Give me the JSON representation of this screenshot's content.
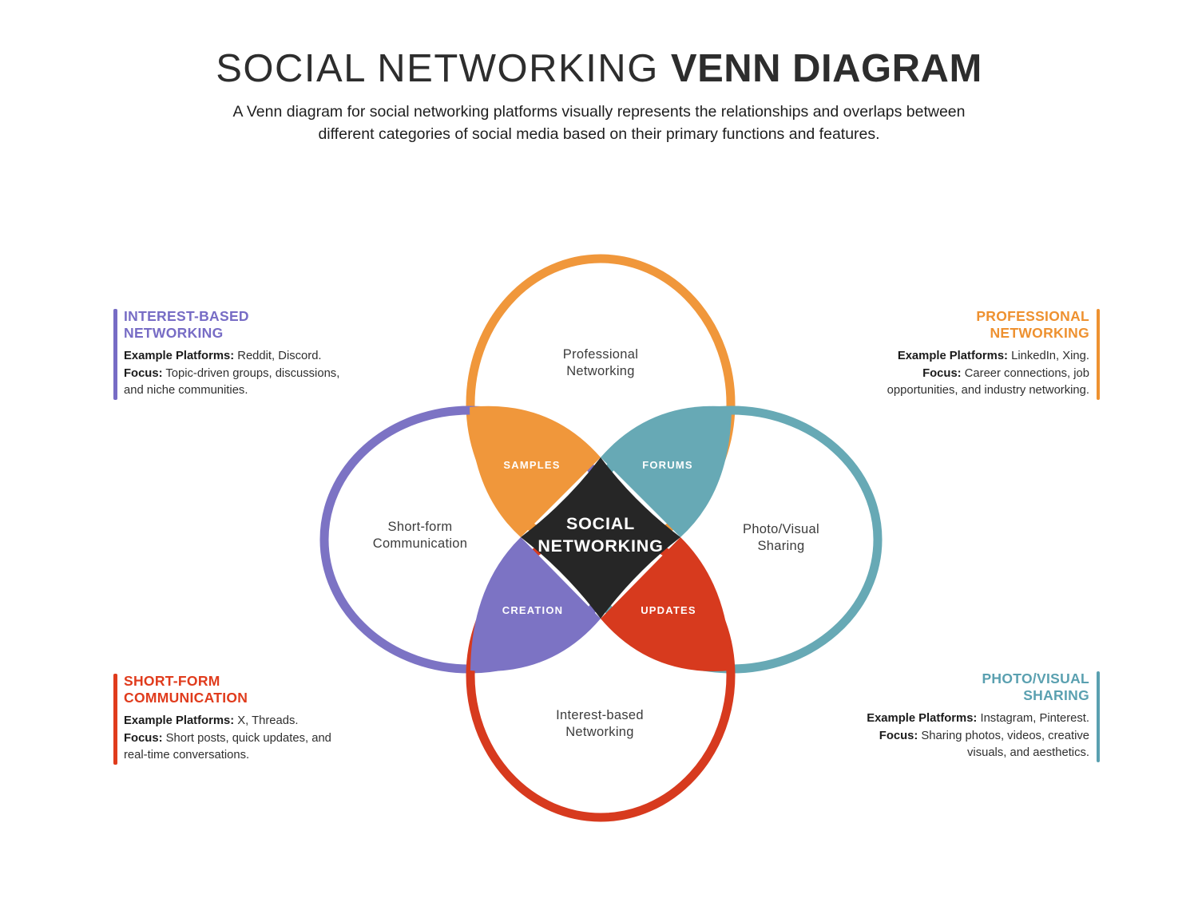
{
  "title": {
    "light": "SOCIAL NETWORKING ",
    "bold": "VENN DIAGRAM"
  },
  "subtitle_line1": "A Venn diagram for social networking platforms visually represents the relationships and overlaps between",
  "subtitle_line2": "different categories of social media based on their primary functions and features.",
  "palette": {
    "orange": "#F0973B",
    "teal": "#67A9B5",
    "purple": "#7C73C4",
    "red": "#D73A1E",
    "diamond": "#262626",
    "heading_orange": "#EE9130",
    "heading_teal": "#5AA0B0",
    "heading_purple": "#776CC5",
    "heading_red": "#E03B1C",
    "background": "#FFFFFF"
  },
  "venn": {
    "center": {
      "line1": "SOCIAL",
      "line2": "NETWORKING"
    },
    "circles": {
      "top": {
        "line1": "Professional",
        "line2": "Networking"
      },
      "left": {
        "line1": "Short-form",
        "line2": "Communication"
      },
      "right": {
        "line1": "Photo/Visual",
        "line2": "Sharing"
      },
      "bottom": {
        "line1": "Interest-based",
        "line2": "Networking"
      }
    },
    "overlaps": {
      "top_left": "SAMPLES",
      "top_right": "FORUMS",
      "bottom_left": "CREATION",
      "bottom_right": "UPDATES"
    }
  },
  "panels": {
    "top_left": {
      "heading_line1": "INTEREST-BASED",
      "heading_line2": "NETWORKING",
      "platforms_label": "Example Platforms:",
      "platforms": " Reddit, Discord.",
      "focus_label": "Focus:",
      "focus": " Topic-driven groups, discussions, and niche communities."
    },
    "top_right": {
      "heading_line1": "PROFESSIONAL",
      "heading_line2": "NETWORKING",
      "platforms_label": "Example Platforms:",
      "platforms": " LinkedIn, Xing.",
      "focus_label": "Focus:",
      "focus": " Career connections, job opportunities, and industry networking."
    },
    "bottom_left": {
      "heading_line1": "SHORT-FORM",
      "heading_line2": "COMMUNICATION",
      "platforms_label": "Example Platforms:",
      "platforms": " X, Threads.",
      "focus_label": "Focus:",
      "focus": " Short posts, quick updates, and real-time conversations."
    },
    "bottom_right": {
      "heading_line1": "PHOTO/VISUAL",
      "heading_line2": "SHARING",
      "platforms_label": "Example Platforms:",
      "platforms": " Instagram, Pinterest.",
      "focus_label": "Focus:",
      "focus": " Sharing photos, videos, creative visuals, and aesthetics."
    }
  }
}
